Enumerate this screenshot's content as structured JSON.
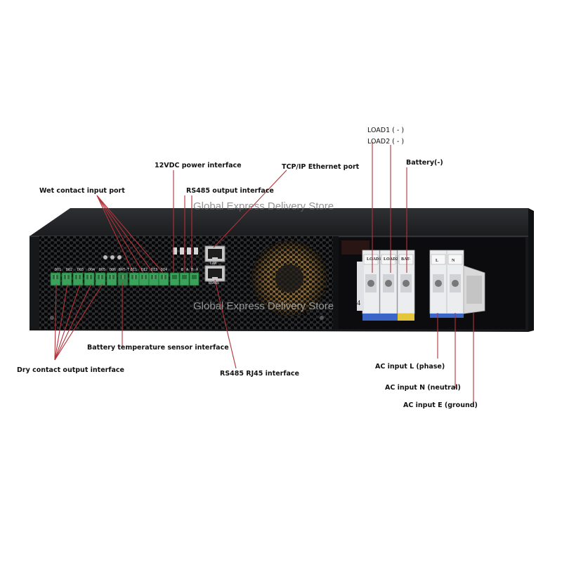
{
  "watermark": "Global Express Delivery Store",
  "labels": {
    "wet_contact": "Wet contact input port",
    "power_12vdc": "12VDC power interface",
    "rs485_out": "RS485 output interface",
    "tcpip": "TCP/IP Ethernet port",
    "load1": "LOAD1 ( - )",
    "load2": "LOAD2 ( - )",
    "battery_neg": "Battery(-)",
    "battery_temp": "Battery temperature sensor interface",
    "dry_contact": "Dry contact output interface",
    "rs485_rj45": "RS485 RJ45 interface",
    "ac_l": "AC input L (phase)",
    "ac_n": "AC input N (neutral)",
    "ac_e": "AC input E (ground)"
  },
  "port_labels": {
    "terminals": [
      "DO1",
      "DO2",
      "DO3",
      "DO4",
      "DO5",
      "DO6",
      "BAT-T",
      "DI1",
      "DI2",
      "DI3",
      "DI4"
    ],
    "rs485_pins": [
      "B",
      "A",
      "B",
      "A"
    ],
    "eth_top": "LAN",
    "eth_bottom": "RS485"
  },
  "breakers": {
    "left": [
      "LOAD1",
      "LOAD2",
      "BAT-"
    ],
    "right": [
      "L",
      "N"
    ],
    "hand_mark": "4"
  },
  "colors": {
    "chassis": "#17181a",
    "terminal_green": "#3aa35a",
    "leader_red": "#b5313a",
    "breaker_white": "#ecedef",
    "breaker_blue": "#3a66c8",
    "breaker_yellow": "#e5c63a"
  }
}
